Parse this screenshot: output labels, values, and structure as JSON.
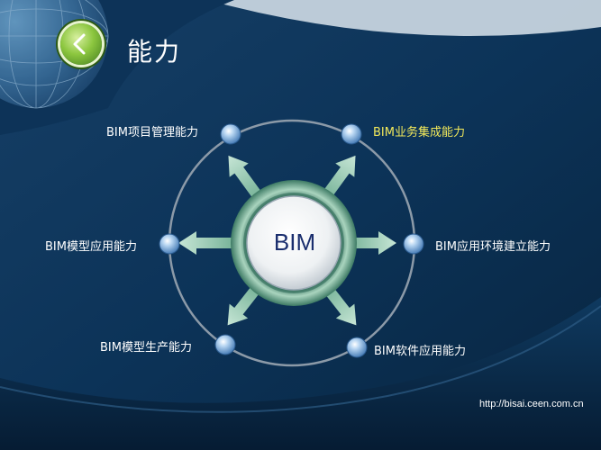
{
  "slide": {
    "title": "能力",
    "url": "http://bisai.ceen.com.cn"
  },
  "diagram": {
    "center": "BIM",
    "nodes": [
      {
        "id": "project-management",
        "label": "BIM项目管理能力"
      },
      {
        "id": "business-integration",
        "label": "BIM业务集成能力",
        "highlight": true
      },
      {
        "id": "model-application",
        "label": "BIM模型应用能力"
      },
      {
        "id": "environment-building",
        "label": "BIM应用环境建立能力"
      },
      {
        "id": "model-production",
        "label": "BIM模型生产能力"
      },
      {
        "id": "software-application",
        "label": "BIM软件应用能力"
      }
    ]
  },
  "colors": {
    "background": "#0a2c4c",
    "arrow": "#a9d4be",
    "highlight_text": "#f2e95a",
    "center_text": "#1a2e6e"
  }
}
